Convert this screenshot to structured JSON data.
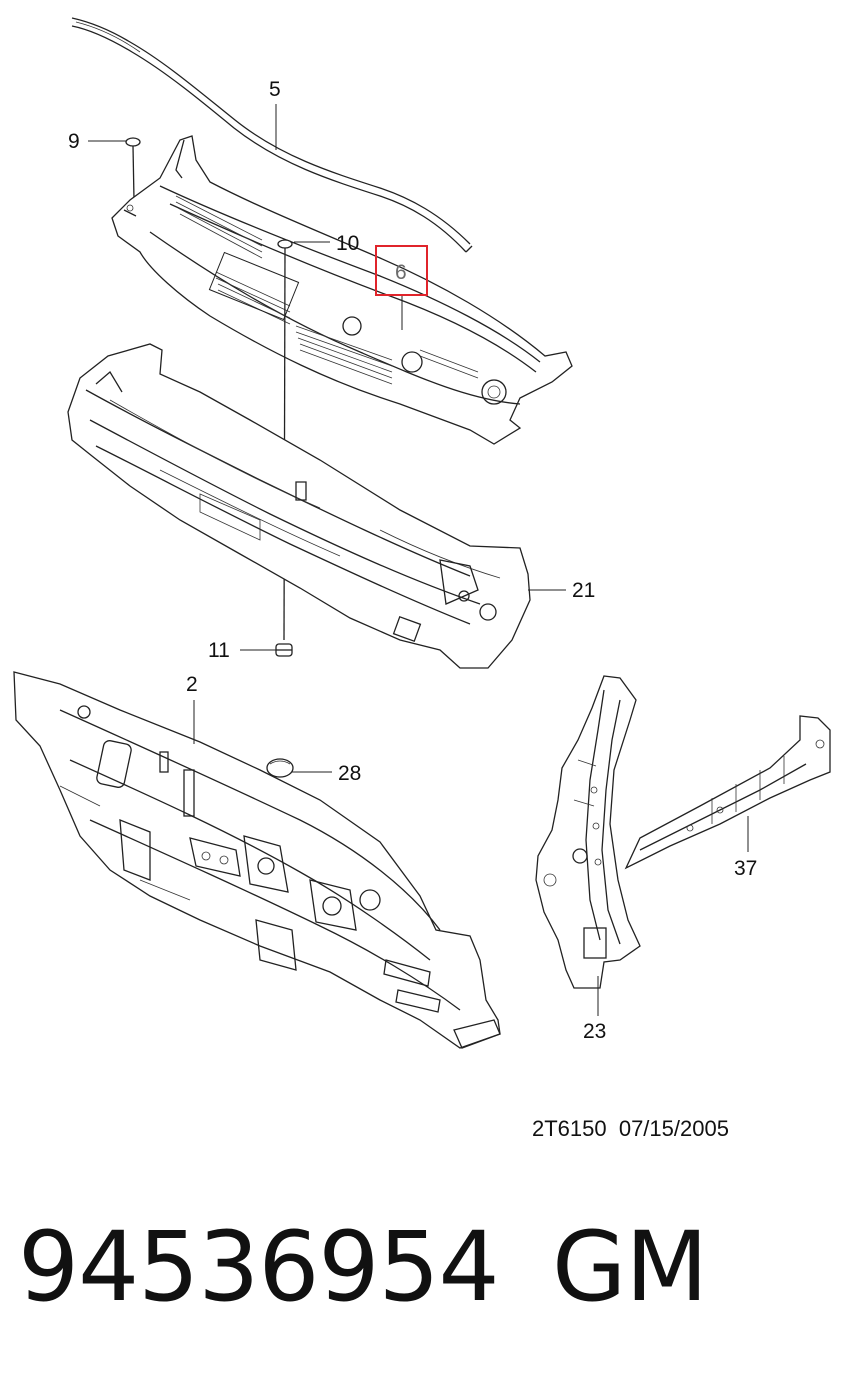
{
  "diagram": {
    "callouts": {
      "c5": "5",
      "c9": "9",
      "c10": "10",
      "c6": "6",
      "c21": "21",
      "c11": "11",
      "c2": "2",
      "c28": "28",
      "c37": "37",
      "c23": "23"
    },
    "highlighted_callout": "6",
    "highlight_color": "#e0242b",
    "drawing_code": "2T6150  07/15/2005"
  },
  "footer": {
    "part_number": "94536954",
    "brand": "GM"
  }
}
